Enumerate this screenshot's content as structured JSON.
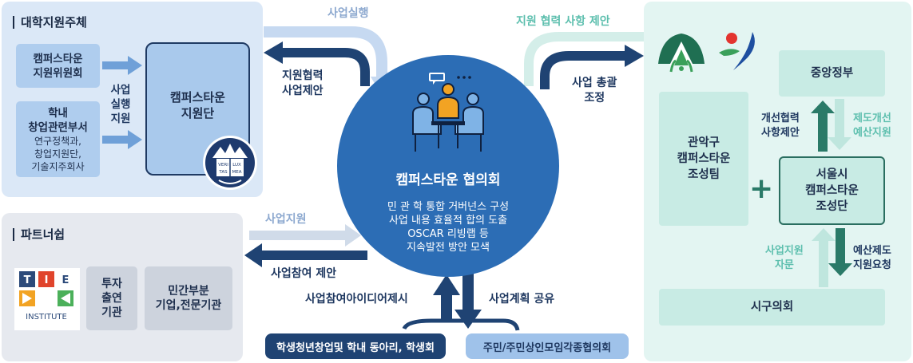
{
  "university": {
    "title": "대학지원주체",
    "committee": [
      "캠퍼스타운",
      "지원위원회"
    ],
    "depts": {
      "title": [
        "학내",
        "창업관련부서"
      ],
      "items": [
        "연구정책과,",
        "창업지원단,",
        "기술지주회사"
      ]
    },
    "support_label": [
      "사업",
      "실행",
      "지원"
    ],
    "main_unit": [
      "캠퍼스타운",
      "지원단"
    ],
    "seal_text": [
      "VERI",
      "TAS",
      "LUX",
      "MEA"
    ]
  },
  "partnership": {
    "title": "파트너쉽",
    "tie_logo": {
      "letters": [
        "T",
        "I",
        "E"
      ],
      "caption": "INSTITUTE"
    },
    "investors": [
      "투자",
      "출연",
      "기관"
    ],
    "private": [
      "민간부분",
      "기업,전문기관"
    ]
  },
  "council": {
    "title": "캠퍼스타운 협의회",
    "lines": [
      "민 관 학 통합 거버넌스 구성",
      "사업 내용 효율적 합의 도출",
      "OSCAR 리빙랩 등",
      "지속발전 방안 모색"
    ]
  },
  "arrows": {
    "project_execution": "사업실행",
    "support_proposal": [
      "지원협력",
      "사업제안"
    ],
    "support_coop_proposal": "지원 협력 사항 제안",
    "project_coordination": [
      "사업 총괄",
      "조정"
    ],
    "project_support": "사업지원",
    "participation_proposal": "사업참여 제안",
    "idea_proposal": "사업참여아이디어제시",
    "plan_sharing": "사업계획 공유"
  },
  "bottom": {
    "students": "학생청년창업및 학내 동아리, 학생회",
    "residents": "주민/주민상인모임각종협의회"
  },
  "government": {
    "central": "중앙정부",
    "gwanak": [
      "관악구",
      "캠퍼스타운",
      "조성팀"
    ],
    "seoul": [
      "서울시",
      "캠퍼스타운",
      "조성단"
    ],
    "plus": "+",
    "improvement": [
      "개선협력",
      "사항제안"
    ],
    "system_budget": [
      "제도개선",
      "예산지원"
    ],
    "support_advice": [
      "사업지원",
      "자문"
    ],
    "budget_request": [
      "예산제도",
      "지원요청"
    ],
    "district_council": "시구의회"
  },
  "colors": {
    "navy": "#1f4373",
    "blue": "#2c6db5",
    "light_blue": "#c6d9f1",
    "teal": "#2a7a68",
    "light_teal": "#bfe6de"
  }
}
